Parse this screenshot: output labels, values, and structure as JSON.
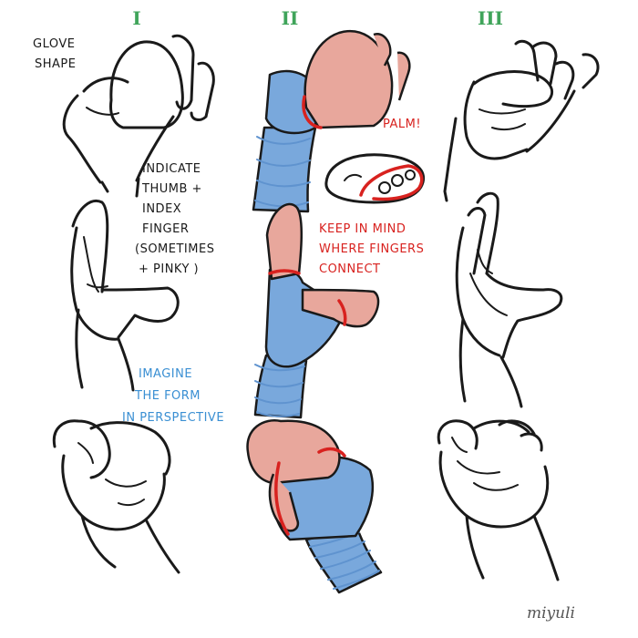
{
  "columns": {
    "col1": "I",
    "col2": "II",
    "col3": "III"
  },
  "notes": {
    "glove_shape": [
      "GLOVE",
      "SHAPE"
    ],
    "indicate": [
      "INDICATE",
      "THUMB +",
      "INDEX",
      "FINGER",
      "(SOMETIMES",
      "+ PINKY )"
    ],
    "palm": "PALM!",
    "keep_in_mind": [
      "KEEP IN MIND",
      "WHERE FINGERS",
      "CONNECT"
    ],
    "imagine": [
      "IMAGINE",
      "THE FORM",
      "IN PERSPECTIVE"
    ]
  },
  "signature": "miyuli",
  "colors": {
    "column_numerals": "#3fa45a",
    "palm_notes": "#d8221f",
    "perspective_note": "#3a8fd3",
    "form_pink": "#e8a79c",
    "form_blue": "#79a8dc"
  }
}
